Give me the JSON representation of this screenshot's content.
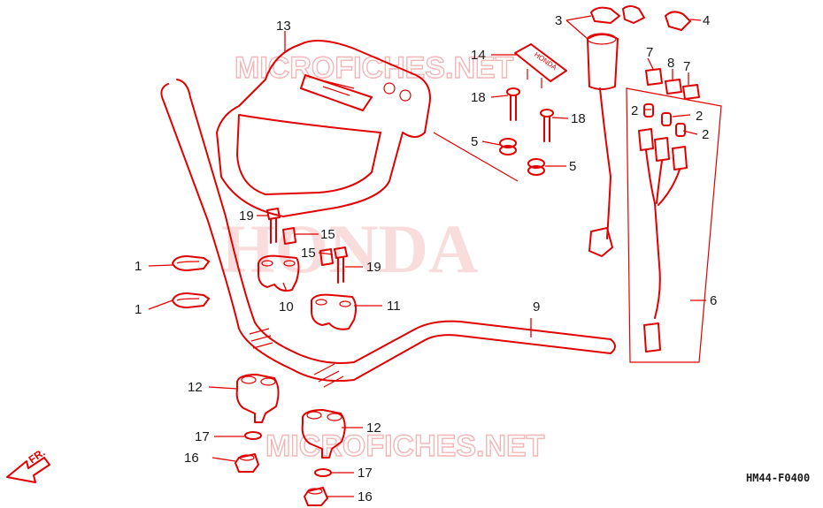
{
  "diagram_code": "HM44-F0400",
  "watermarks": {
    "top": "MICROFICHES.NET",
    "center": "HONDA",
    "bottom": "MICROFICHES.NET"
  },
  "front_indicator": "FR.",
  "emblem_text": "HONDA",
  "callouts": {
    "c1a": "1",
    "c1b": "1",
    "c2a": "2",
    "c2b": "2",
    "c2c": "2",
    "c3": "3",
    "c4": "4",
    "c5a": "5",
    "c5b": "5",
    "c6": "6",
    "c7a": "7",
    "c7b": "7",
    "c8": "8",
    "c9": "9",
    "c10": "10",
    "c11": "11",
    "c12a": "12",
    "c12b": "12",
    "c13": "13",
    "c14": "14",
    "c15a": "15",
    "c15b": "15",
    "c16a": "16",
    "c16b": "16",
    "c17a": "17",
    "c17b": "17",
    "c18a": "18",
    "c18b": "18",
    "c19a": "19",
    "c19b": "19"
  },
  "colors": {
    "line": "#e10000",
    "label": "#1a1a1a",
    "watermark": "#f2b6b6"
  }
}
